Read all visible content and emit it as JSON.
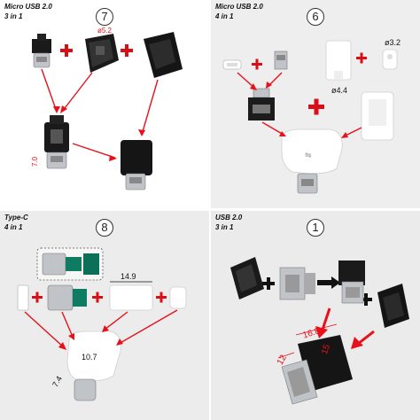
{
  "panels": [
    {
      "caption_1": "Micro USB 2.0",
      "caption_2": "3 in 1",
      "number": "7",
      "dims": [
        "ø5.2",
        "7.0"
      ]
    },
    {
      "caption_1": "Micro USB 2.0",
      "caption_2": "4 in 1",
      "number": "6",
      "dims": [
        "ø3.2",
        "ø4.4"
      ]
    },
    {
      "caption_1": "Type-C",
      "caption_2": "4 in 1",
      "number": "8",
      "dims": [
        "14.9",
        "10.7",
        "7.4"
      ]
    },
    {
      "caption_1": "USB 2.0",
      "caption_2": "3 in 1",
      "number": "1",
      "dims": [
        "16.8",
        "12",
        "15"
      ]
    }
  ],
  "colors": {
    "arrow": "#e8101a",
    "plus": "#d80f17",
    "dark_part": "#1a1a1a",
    "white_part": "#f7f7f7",
    "metal": "#b8bcc0"
  }
}
